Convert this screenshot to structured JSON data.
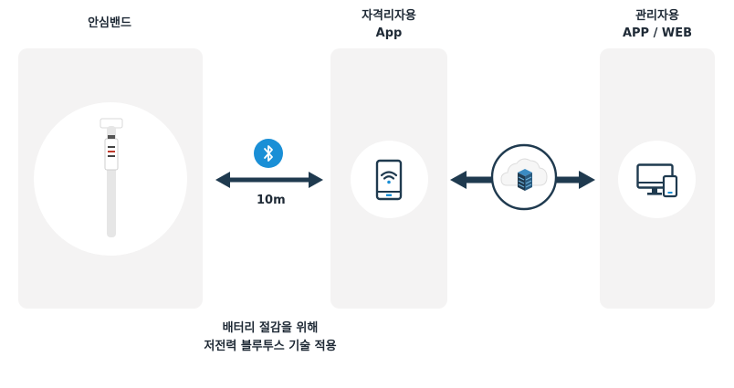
{
  "band": {
    "title": "안심밴드"
  },
  "worker_app": {
    "title_line1": "자격리자용",
    "title_line2": "App"
  },
  "admin": {
    "title_line1": "관리자용",
    "title_line2": "APP / WEB"
  },
  "link": {
    "distance": "10m"
  },
  "note": {
    "line1": "배터리 절감을 위해",
    "line2": "저전력 블루투스 기술 적용"
  },
  "colors": {
    "navy": "#1f3a4f",
    "bluetooth": "#1a8fd6",
    "panel": "#f4f3f3",
    "text": "#1f2a36"
  }
}
